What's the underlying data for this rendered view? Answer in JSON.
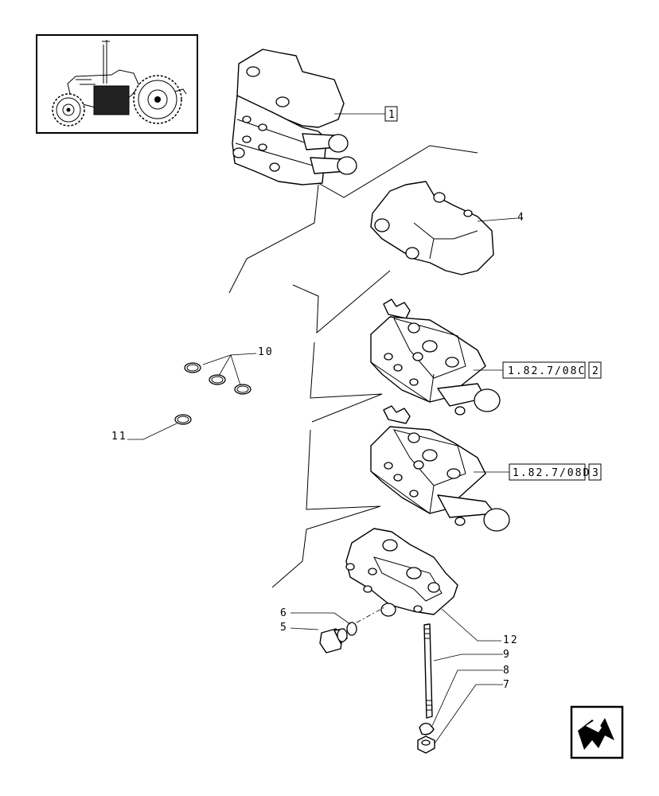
{
  "callouts": {
    "part_1": "1",
    "part_2": "2",
    "part_3": "3",
    "part_4": "4",
    "part_5": "5",
    "part_6": "6",
    "part_7": "7",
    "part_8": "8",
    "part_9": "9",
    "part_10": "10",
    "part_11": "11",
    "part_12": "12"
  },
  "references": {
    "ref_2": "1.82.7/08C",
    "ref_3": "1.82.7/08D"
  },
  "icons": {
    "thumbnail": "tractor-thumbnail-icon",
    "navigation": "next-page-arrow-icon"
  }
}
